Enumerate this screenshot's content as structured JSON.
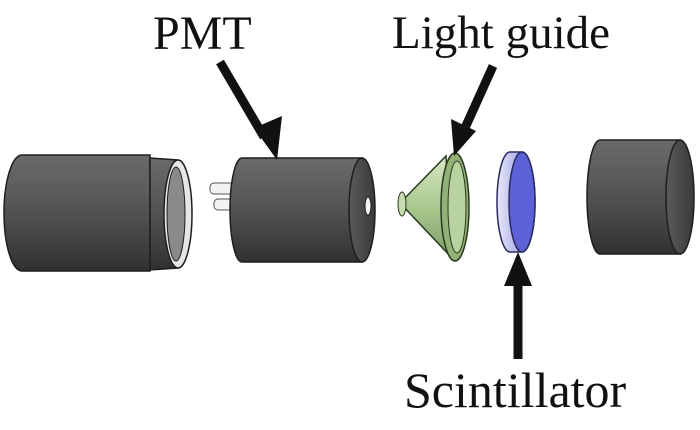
{
  "labels": {
    "pmt": "PMT",
    "light_guide": "Light guide",
    "scintillator": "Scintillator"
  },
  "colors": {
    "housing": "#4a4a4a",
    "housing_dark": "#2b2b2b",
    "light_guide": "#9fbf86",
    "scintillator": "#6f74e0",
    "arrow": "#111111"
  }
}
